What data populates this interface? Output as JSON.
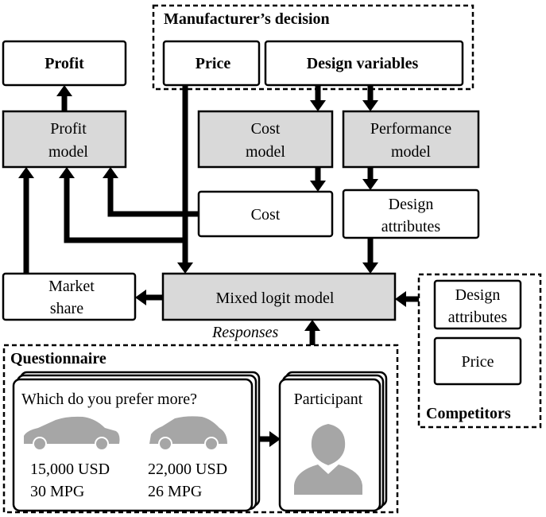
{
  "groups": {
    "manufacturer": "Manufacturer’s decision",
    "questionnaire": "Questionnaire",
    "competitors": "Competitors"
  },
  "nodes": {
    "profit": "Profit",
    "price": "Price",
    "design_variables": "Design variables",
    "profit_model": [
      "Profit",
      "model"
    ],
    "cost_model": [
      "Cost",
      "model"
    ],
    "performance_model": [
      "Performance",
      "model"
    ],
    "cost": "Cost",
    "design_attributes": [
      "Design",
      "attributes"
    ],
    "market_share": [
      "Market",
      "share"
    ],
    "mixed_logit": "Mixed logit model",
    "comp_design_attributes": [
      "Design",
      "attributes"
    ],
    "comp_price": "Price"
  },
  "edge_labels": {
    "responses": "Responses"
  },
  "questionnaire": {
    "question": "Which do you prefer more?",
    "options": [
      {
        "price": "15,000 USD",
        "mpg": "30 MPG",
        "icon": "car-icon"
      },
      {
        "price": "22,000 USD",
        "mpg": "26 MPG",
        "icon": "car-icon"
      }
    ],
    "participant_label": "Participant",
    "participant_icon": "person-icon"
  },
  "colors": {
    "model_fill": "#d9d9d9",
    "stroke": "#000000",
    "icon_gray": "#a6a6a6"
  }
}
